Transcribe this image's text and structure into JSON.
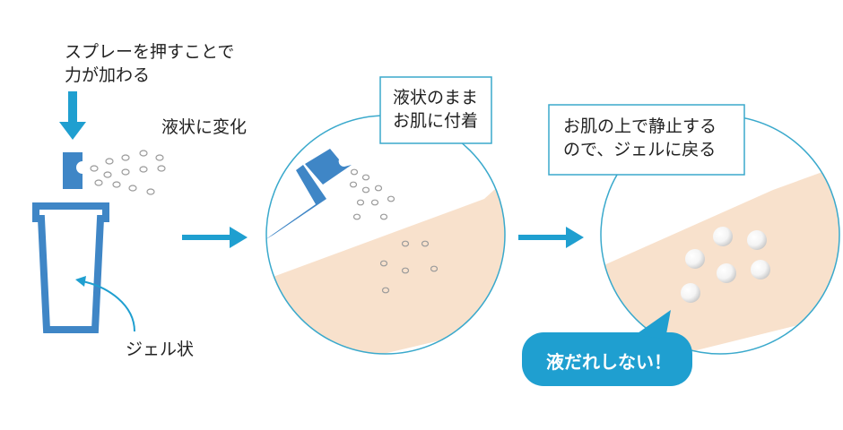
{
  "labels": {
    "press_line1": "スプレーを押すことで",
    "press_line2": "力が加わる",
    "liquid_change": "液状に変化",
    "gel_state": "ジェル状",
    "box1_line1": "液状のまま",
    "box1_line2": "お肌に付着",
    "box2_line1": "お肌の上で静止する",
    "box2_line2": "ので、ジェルに戻る",
    "bubble": "液だれしない！"
  },
  "colors": {
    "accent_blue": "#1f9fd0",
    "bottle_blue": "#3f86c6",
    "skin": "#f8e1cc",
    "circle_stroke": "#3aa9cc",
    "droplet_stroke": "#9a9a9a",
    "gel_ball": "#ffffff",
    "text": "#222222"
  }
}
